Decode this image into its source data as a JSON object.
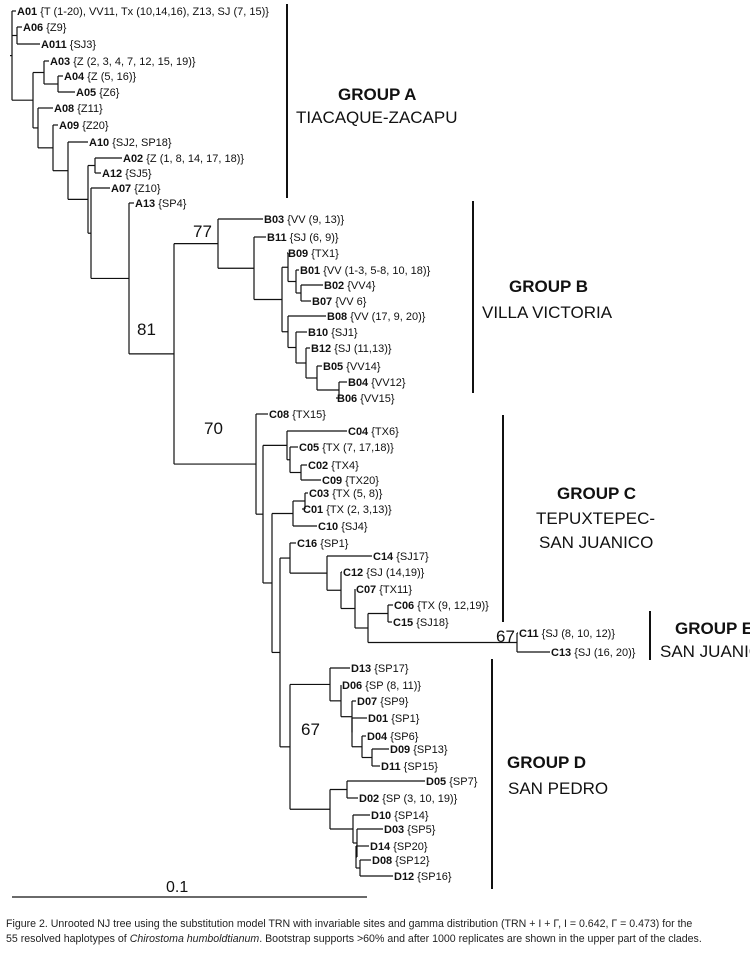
{
  "leaves": {
    "A01": {
      "id": "A01",
      "loc": "{T (1-20), VV11, Tx (10,14,16), Z13, SJ (7, 15)}"
    },
    "A06": {
      "id": "A06",
      "loc": "{Z9}"
    },
    "A011": {
      "id": "A011",
      "loc": "{SJ3}"
    },
    "A03": {
      "id": "A03",
      "loc": "{Z (2, 3, 4, 7, 12, 15, 19)}"
    },
    "A04": {
      "id": "A04",
      "loc": "{Z (5, 16)}"
    },
    "A05": {
      "id": "A05",
      "loc": "{Z6}"
    },
    "A08": {
      "id": "A08",
      "loc": "{Z11}"
    },
    "A09": {
      "id": "A09",
      "loc": "{Z20}"
    },
    "A10": {
      "id": "A10",
      "loc": "{SJ2, SP18}"
    },
    "A02": {
      "id": "A02",
      "loc": "{Z (1, 8, 14, 17, 18)}"
    },
    "A12": {
      "id": "A12",
      "loc": "{SJ5}"
    },
    "A07": {
      "id": "A07",
      "loc": "{Z10}"
    },
    "A13": {
      "id": "A13",
      "loc": "{SP4}"
    },
    "B03": {
      "id": "B03",
      "loc": "{VV (9, 13)}"
    },
    "B11": {
      "id": "B11",
      "loc": "{SJ (6, 9)}"
    },
    "B09": {
      "id": "B09",
      "loc": "{TX1}"
    },
    "B01": {
      "id": "B01",
      "loc": "{VV (1-3, 5-8, 10, 18)}"
    },
    "B02": {
      "id": "B02",
      "loc": "{VV4}"
    },
    "B07": {
      "id": "B07",
      "loc": "{VV 6}"
    },
    "B08": {
      "id": "B08",
      "loc": "{VV (17, 9, 20)}"
    },
    "B10": {
      "id": "B10",
      "loc": "{SJ1}"
    },
    "B12": {
      "id": "B12",
      "loc": "{SJ (11,13)}"
    },
    "B05": {
      "id": "B05",
      "loc": "{VV14}"
    },
    "B04": {
      "id": "B04",
      "loc": "{VV12}"
    },
    "B06": {
      "id": "B06",
      "loc": "{VV15}"
    },
    "C08": {
      "id": "C08",
      "loc": "{TX15}"
    },
    "C04": {
      "id": "C04",
      "loc": "{TX6}"
    },
    "C05": {
      "id": "C05",
      "loc": "{TX (7, 17,18)}"
    },
    "C02": {
      "id": "C02",
      "loc": "{TX4}"
    },
    "C09": {
      "id": "C09",
      "loc": "{TX20}"
    },
    "C03": {
      "id": "C03",
      "loc": "{TX (5, 8)}"
    },
    "C01": {
      "id": "C01",
      "loc": "{TX (2, 3,13)}"
    },
    "C10": {
      "id": "C10",
      "loc": "{SJ4}"
    },
    "C16": {
      "id": "C16",
      "loc": "{SP1}"
    },
    "C14": {
      "id": "C14",
      "loc": "{SJ17}"
    },
    "C12": {
      "id": "C12",
      "loc": "{SJ (14,19)}"
    },
    "C07": {
      "id": "C07",
      "loc": "{TX11}"
    },
    "C06": {
      "id": "C06",
      "loc": "{TX (9, 12,19)}"
    },
    "C15": {
      "id": "C15",
      "loc": "{SJ18}"
    },
    "C11": {
      "id": "C11",
      "loc": "{SJ (8, 10, 12)}"
    },
    "C13": {
      "id": "C13",
      "loc": "{SJ (16, 20)}"
    },
    "D13": {
      "id": "D13",
      "loc": "{SP17}"
    },
    "D06": {
      "id": "D06",
      "loc": "{SP (8, 11)}"
    },
    "D07": {
      "id": "D07",
      "loc": "{SP9}"
    },
    "D01": {
      "id": "D01",
      "loc": "{SP1}"
    },
    "D04": {
      "id": "D04",
      "loc": "{SP6}"
    },
    "D09": {
      "id": "D09",
      "loc": "{SP13}"
    },
    "D11": {
      "id": "D11",
      "loc": "{SP15}"
    },
    "D05": {
      "id": "D05",
      "loc": "{SP7}"
    },
    "D02": {
      "id": "D02",
      "loc": "{SP (3, 10, 19)}"
    },
    "D10": {
      "id": "D10",
      "loc": "{SP14}"
    },
    "D03": {
      "id": "D03",
      "loc": "{SP5}"
    },
    "D14": {
      "id": "D14",
      "loc": "{SP20}"
    },
    "D08": {
      "id": "D08",
      "loc": "{SP12}"
    },
    "D12": {
      "id": "D12",
      "loc": "{SP16}"
    }
  },
  "bootstrap": {
    "b77": "77",
    "b81": "81",
    "b70": "70",
    "b67e": "67",
    "b67d": "67"
  },
  "groups": {
    "A": {
      "title": "GROUP A",
      "subtitle": "TIACAQUE-ZACAPU"
    },
    "B": {
      "title": "GROUP B",
      "subtitle": "VILLA VICTORIA"
    },
    "C": {
      "title": "GROUP C",
      "subtitle_1": "TEPUXTEPEC-",
      "subtitle_2": "SAN JUANICO"
    },
    "E": {
      "title": "GROUP E",
      "subtitle": "SAN JUANICO"
    },
    "D": {
      "title": "GROUP D",
      "subtitle": "SAN PEDRO"
    }
  },
  "scale": {
    "label": "0.1"
  },
  "caption": {
    "part1": "Figure 2. Unrooted NJ tree using the substitution model TRN with invariable sites and gamma distribution (TRN + I + Γ, I = 0.642, Γ = 0.473) for the",
    "part2": "55 resolved haplotypes of ",
    "species": "Chirostoma humboldtianum",
    "part3": ". Bootstrap supports >60% and after 1000 replicates are shown in the upper part of the clades."
  }
}
